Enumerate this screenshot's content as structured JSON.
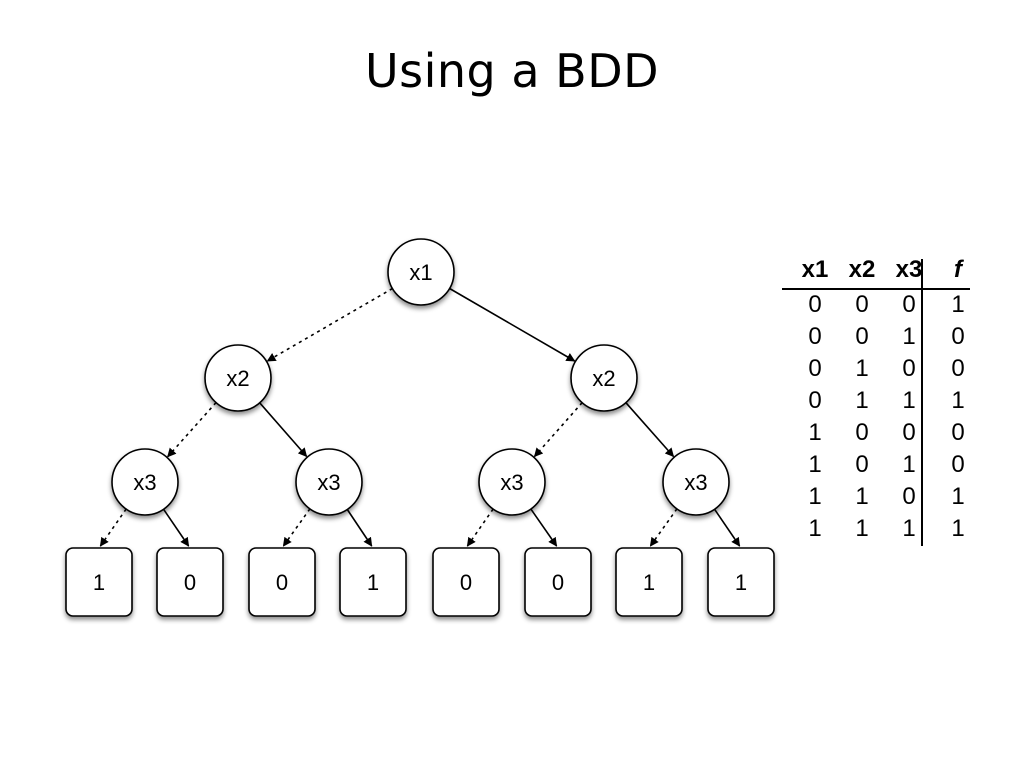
{
  "slide": {
    "title": "Using a BDD"
  },
  "bdd": {
    "nodes": [
      {
        "id": "n1",
        "label": "x1"
      },
      {
        "id": "n2",
        "label": "x2"
      },
      {
        "id": "n3",
        "label": "x2"
      },
      {
        "id": "n4",
        "label": "x3"
      },
      {
        "id": "n5",
        "label": "x3"
      },
      {
        "id": "n6",
        "label": "x3"
      },
      {
        "id": "n7",
        "label": "x3"
      }
    ],
    "leaves": [
      "1",
      "0",
      "0",
      "1",
      "0",
      "0",
      "1",
      "1"
    ],
    "edges": [
      {
        "from": "n1",
        "to": "n2",
        "style": "dashed"
      },
      {
        "from": "n1",
        "to": "n3",
        "style": "solid"
      },
      {
        "from": "n2",
        "to": "n4",
        "style": "dashed"
      },
      {
        "from": "n2",
        "to": "n5",
        "style": "solid"
      },
      {
        "from": "n3",
        "to": "n6",
        "style": "dashed"
      },
      {
        "from": "n3",
        "to": "n7",
        "style": "solid"
      },
      {
        "from": "n4",
        "to": "leaf0",
        "style": "dashed"
      },
      {
        "from": "n4",
        "to": "leaf1",
        "style": "solid"
      },
      {
        "from": "n5",
        "to": "leaf2",
        "style": "dashed"
      },
      {
        "from": "n5",
        "to": "leaf3",
        "style": "solid"
      },
      {
        "from": "n6",
        "to": "leaf4",
        "style": "dashed"
      },
      {
        "from": "n6",
        "to": "leaf5",
        "style": "solid"
      },
      {
        "from": "n7",
        "to": "leaf6",
        "style": "dashed"
      },
      {
        "from": "n7",
        "to": "leaf7",
        "style": "solid"
      }
    ]
  },
  "truth_table": {
    "headers": [
      "x1",
      "x2",
      "x3",
      "f"
    ],
    "rows": [
      [
        "0",
        "0",
        "0",
        "1"
      ],
      [
        "0",
        "0",
        "1",
        "0"
      ],
      [
        "0",
        "1",
        "0",
        "0"
      ],
      [
        "0",
        "1",
        "1",
        "1"
      ],
      [
        "1",
        "0",
        "0",
        "0"
      ],
      [
        "1",
        "0",
        "1",
        "0"
      ],
      [
        "1",
        "1",
        "0",
        "1"
      ],
      [
        "1",
        "1",
        "1",
        "1"
      ]
    ]
  }
}
